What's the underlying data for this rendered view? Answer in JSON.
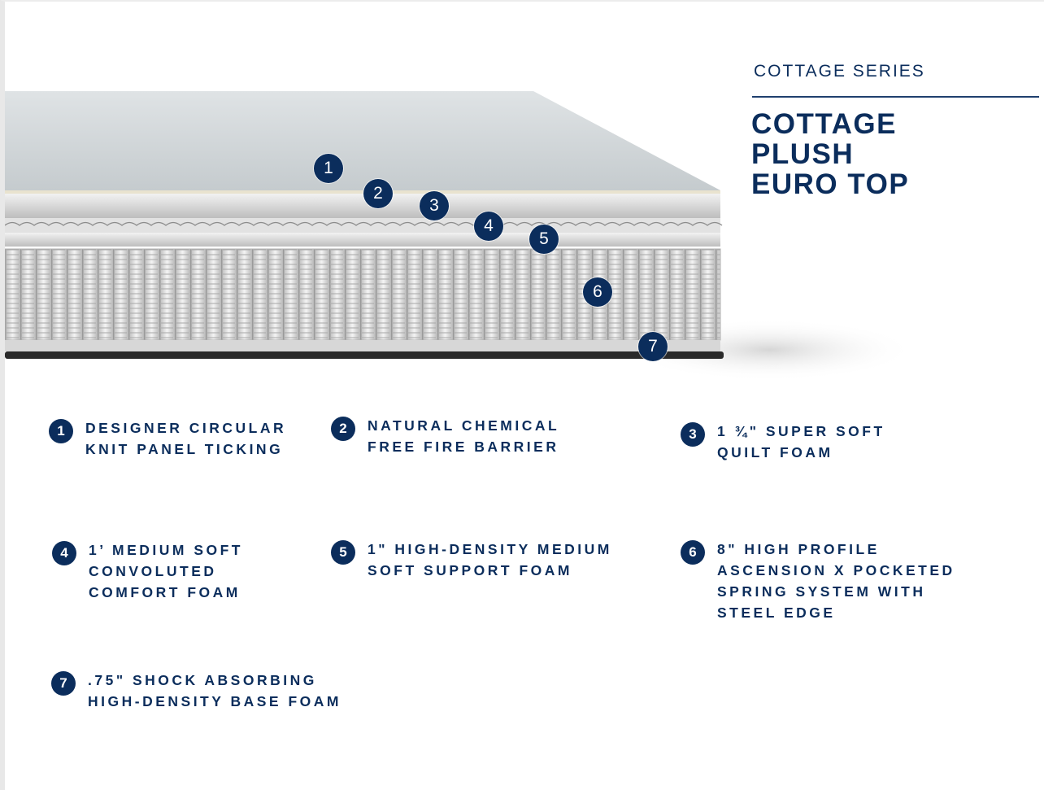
{
  "header": {
    "series": "COTTAGE SERIES",
    "title_lines": [
      "COTTAGE",
      "PLUSH",
      "EURO TOP"
    ]
  },
  "markers": [
    "1",
    "2",
    "3",
    "4",
    "5",
    "6",
    "7"
  ],
  "features": [
    {
      "num": "1",
      "text": "DESIGNER CIRCULAR\nKNIT PANEL TICKING"
    },
    {
      "num": "2",
      "text": "NATURAL CHEMICAL\nFREE FIRE BARRIER"
    },
    {
      "num": "3",
      "text": "1 ¾\" SUPER SOFT\nQUILT FOAM"
    },
    {
      "num": "4",
      "text": "1’ MEDIUM SOFT\nCONVOLUTED\nCOMFORT FOAM"
    },
    {
      "num": "5",
      "text": "1\" HIGH-DENSITY MEDIUM\nSOFT SUPPORT FOAM"
    },
    {
      "num": "6",
      "text": "8\" HIGH PROFILE\nASCENSION X POCKETED\nSPRING SYSTEM WITH\nSTEEL EDGE"
    },
    {
      "num": "7",
      "text": ".75\" SHOCK ABSORBING\nHIGH-DENSITY BASE FOAM"
    }
  ],
  "colors": {
    "navy": "#0b2d5c",
    "panel_top": "#cdd2d5",
    "coil": "#d4d4d4",
    "base": "#2a2a2a"
  }
}
